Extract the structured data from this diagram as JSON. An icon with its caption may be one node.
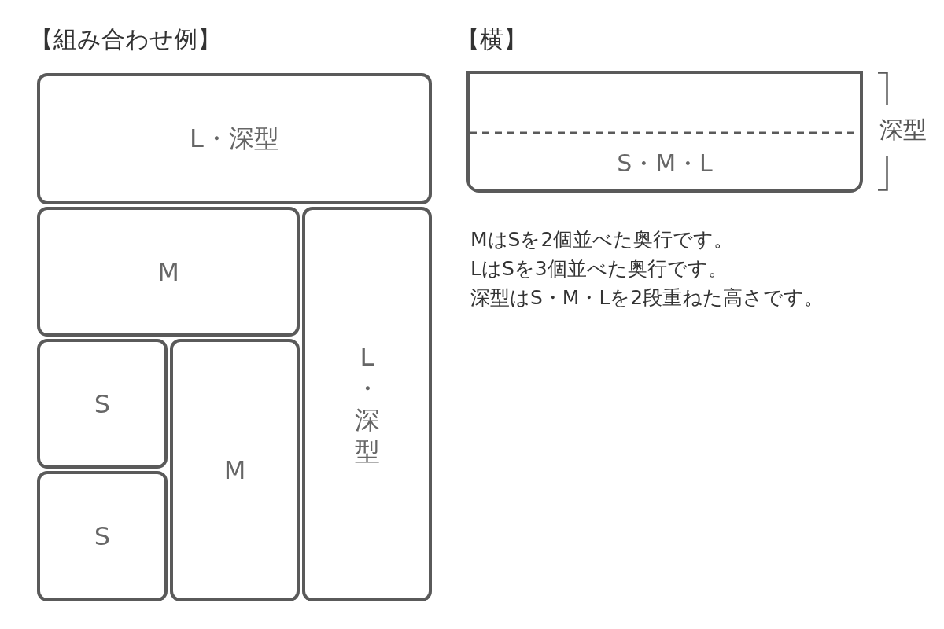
{
  "diagram": {
    "nodes": [
      {
        "text": [
          "L・深型"
        ]
      },
      {
        "text": [
          "M"
        ]
      },
      {
        "text": [
          "L・深型"
        ]
      },
      {
        "text": [
          "S"
        ]
      },
      {
        "text": [
          "M"
        ]
      },
      {
        "text": [
          "S"
        ]
      },
      {
        "text": [
          "S・M・L"
        ]
      }
    ],
    "labels": [
      "【組み合わせ例】",
      "【横】",
      "深型",
      "MはSを2個並べた奥行です。",
      "LはSを3個並べた奥行です。",
      "深型はS・M・Lを2段重ねた高さです。"
    ]
  }
}
